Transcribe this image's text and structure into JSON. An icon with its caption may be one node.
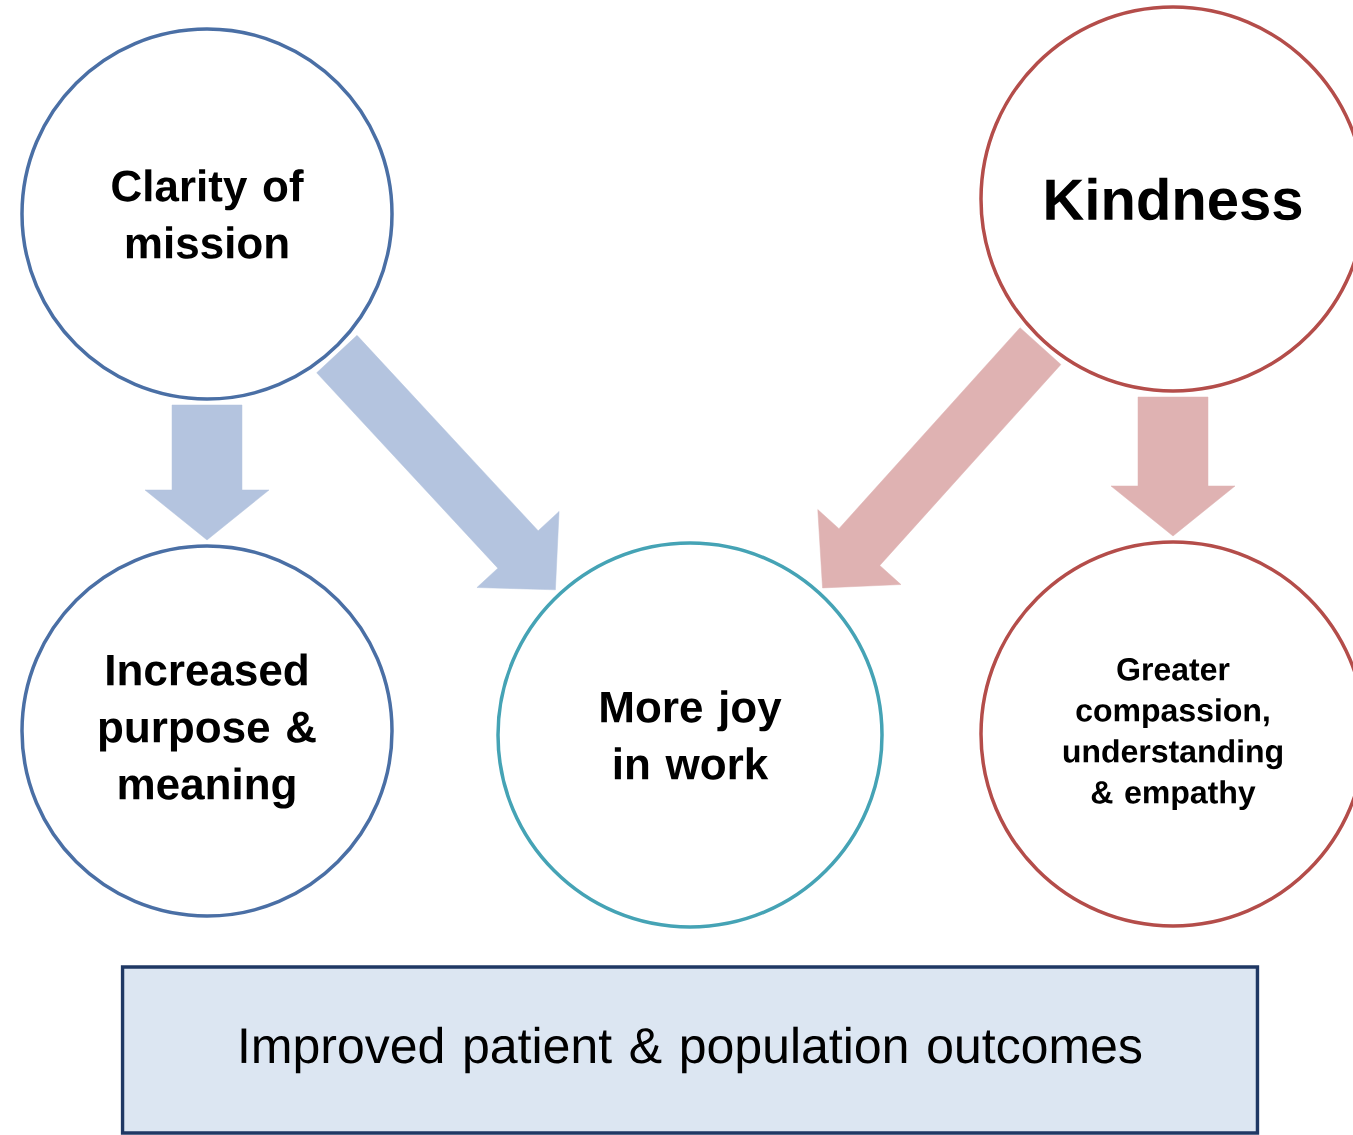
{
  "diagram": {
    "nodes": [
      {
        "text": [
          "Clarity of mission"
        ]
      },
      {
        "text": [
          "Kindness"
        ]
      },
      {
        "text": [
          "Increased purpose & meaning"
        ]
      },
      {
        "text": [
          "More joy in work"
        ]
      },
      {
        "text": [
          "Greater compassion, understanding & empathy"
        ]
      },
      {
        "text": [
          "Improved patient & population outcomes"
        ]
      }
    ],
    "edges": [
      {
        "from": 0,
        "to": 2,
        "arrow": "to",
        "color": "#b4c4df"
      },
      {
        "from": 0,
        "to": 3,
        "arrow": "to",
        "color": "#b4c4df"
      },
      {
        "from": 1,
        "to": 3,
        "arrow": "to",
        "color": "#dfb2b2"
      },
      {
        "from": 1,
        "to": 4,
        "arrow": "to",
        "color": "#dfb2b2"
      }
    ]
  }
}
